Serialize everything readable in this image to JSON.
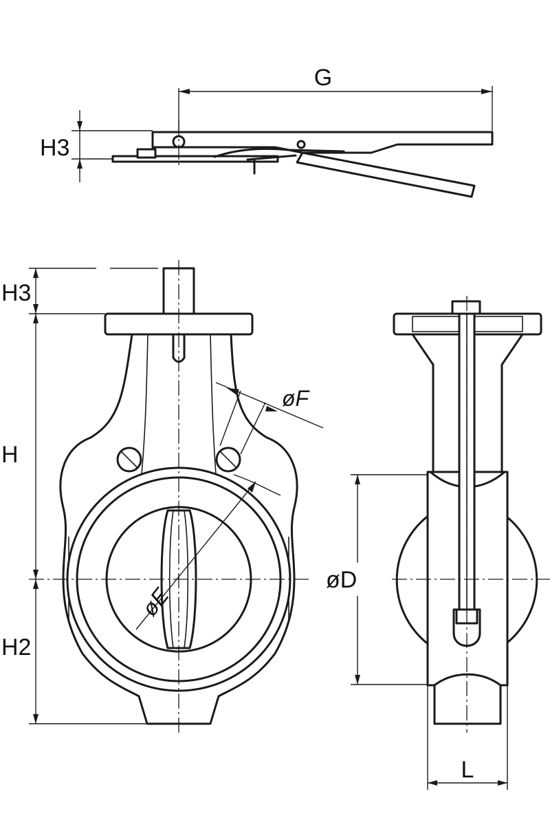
{
  "labels": {
    "G": "G",
    "H3_top": "H3",
    "H3_front": "H3",
    "H": "H",
    "H2": "H2",
    "phiF": "øF",
    "phiE": "øE",
    "phiD": "øD",
    "L": "L"
  }
}
